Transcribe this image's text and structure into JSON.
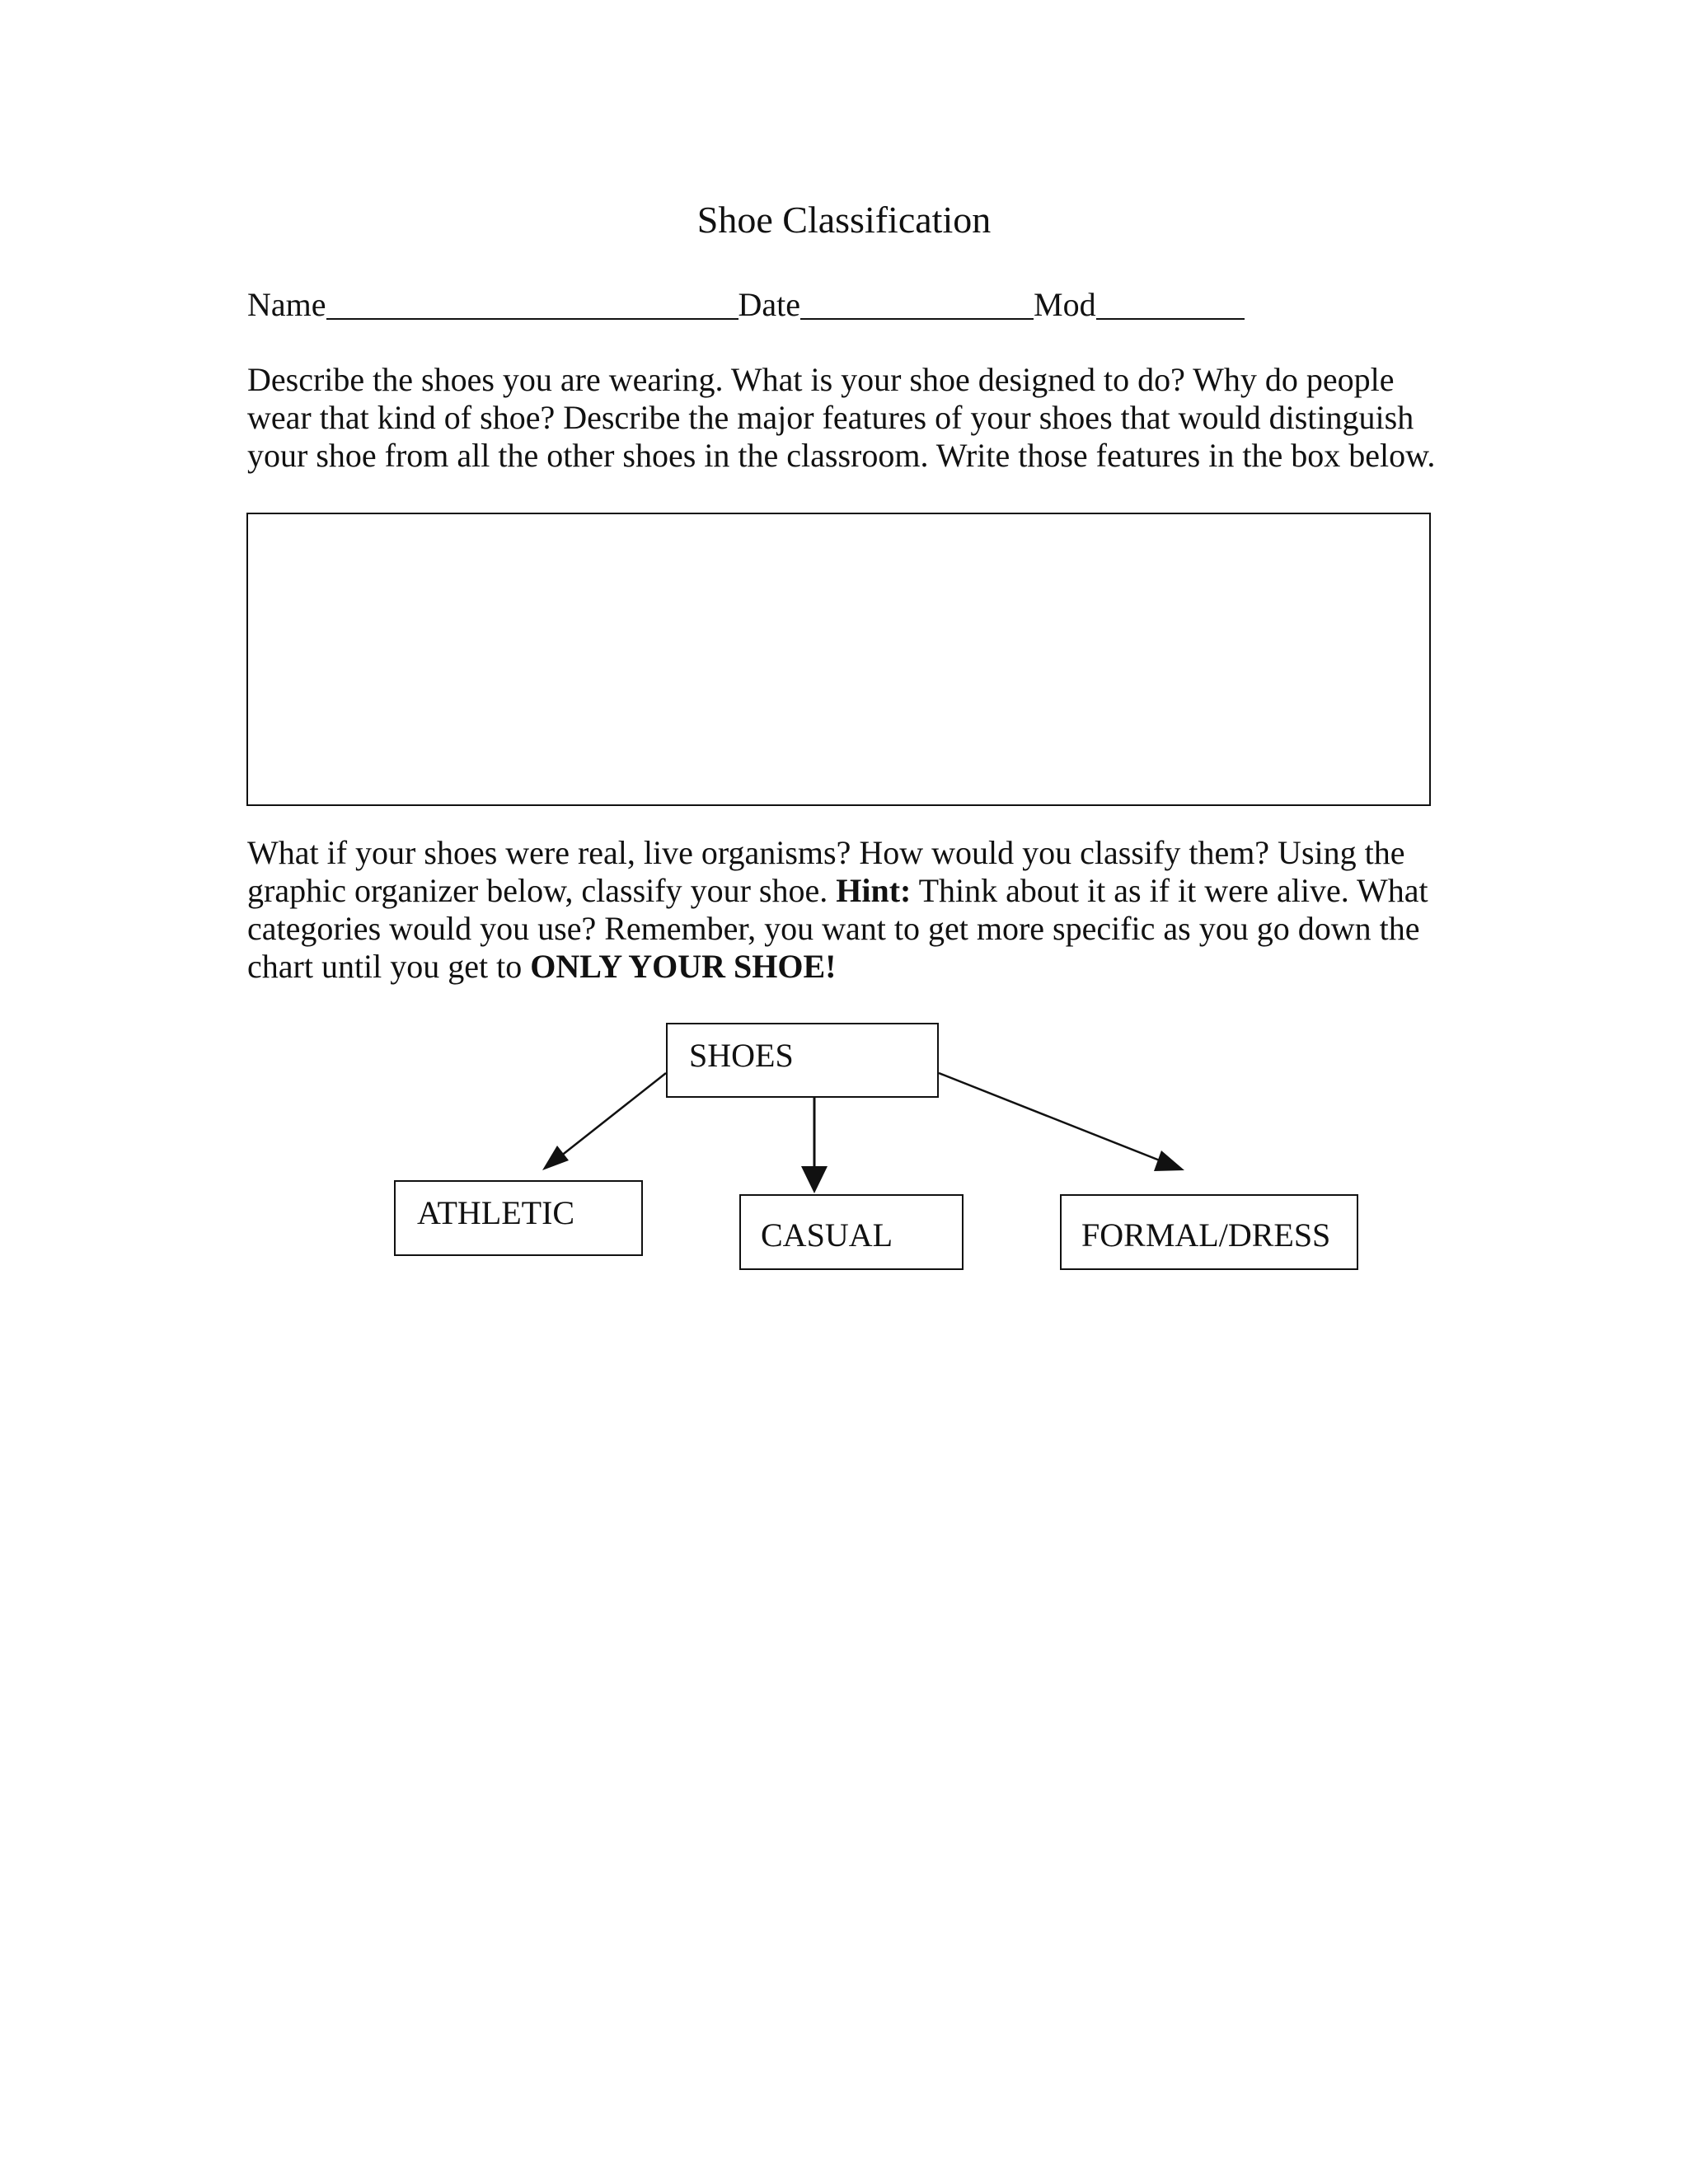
{
  "title": "Shoe Classification",
  "fields": {
    "name_label": "Name",
    "date_label": "Date",
    "mod_label": "Mod"
  },
  "paragraph1": "Describe the shoes you are wearing.  What is your shoe designed to do? Why do people wear that kind of shoe?  Describe the major features of your shoes that would distinguish your shoe from all the other shoes in the classroom.  Write those features in the box below.",
  "paragraph2": {
    "part1": "What if your shoes were real, live organisms?  How would you classify them?  Using the graphic organizer below, classify your shoe.  ",
    "hint_label": "Hint:",
    "part2": "  Think about it as if it were alive.  What categories would you use?  Remember, you want to get more specific as you go down the chart until you get to ",
    "emphasis": "ONLY YOUR SHOE!"
  },
  "organizer": {
    "root": "SHOES",
    "children": [
      "ATHLETIC",
      "CASUAL",
      "FORMAL/DRESS"
    ]
  }
}
